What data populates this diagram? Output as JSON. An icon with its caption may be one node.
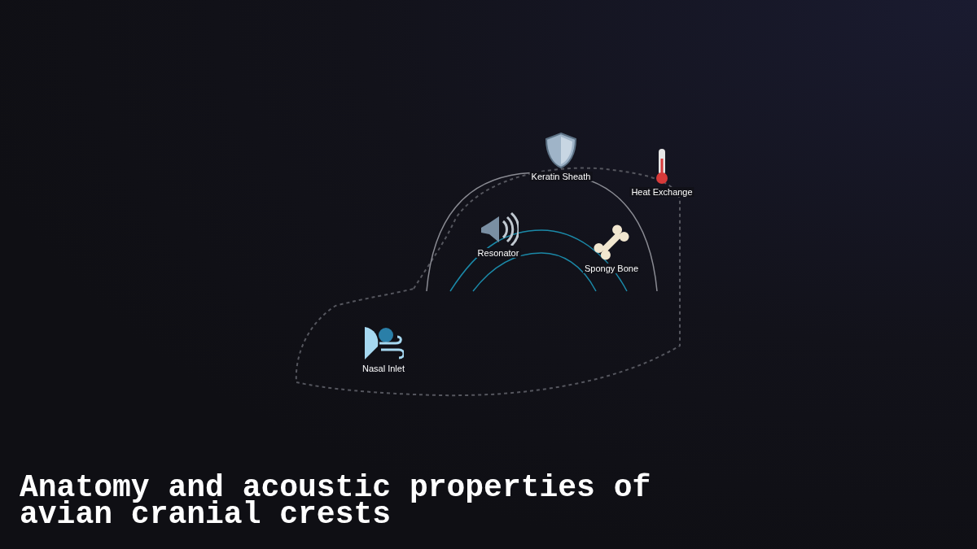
{
  "diagram": {
    "title": "Anatomy and acoustic properties of avian cranial crests",
    "labels": [
      "Keratin Sheath",
      "Heat Exchange",
      "Resonator",
      "Spongy Bone",
      "Nasal Inlet"
    ]
  }
}
